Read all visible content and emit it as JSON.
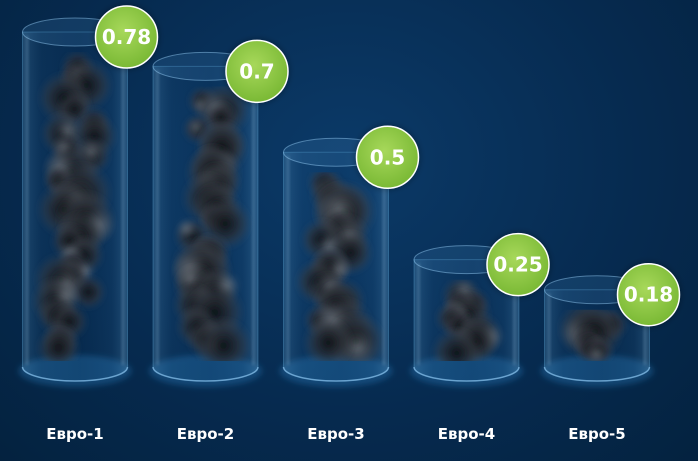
{
  "chart_data": {
    "type": "bar",
    "categories": [
      "Евро-1",
      "Евро-2",
      "Евро-3",
      "Евро-4",
      "Евро-5"
    ],
    "values": [
      0.78,
      0.7,
      0.5,
      0.25,
      0.18
    ],
    "value_labels": [
      "0.78",
      "0.7",
      "0.5",
      "0.25",
      "0.18"
    ],
    "ylim": [
      0,
      0.78
    ],
    "grid": false,
    "colors": {
      "badge": "#8cc63f",
      "badge_border": "#ffffff",
      "background": "#062a4f",
      "cylinder_edge": "#5fa8d8",
      "smoke": "#1a1d22"
    }
  }
}
